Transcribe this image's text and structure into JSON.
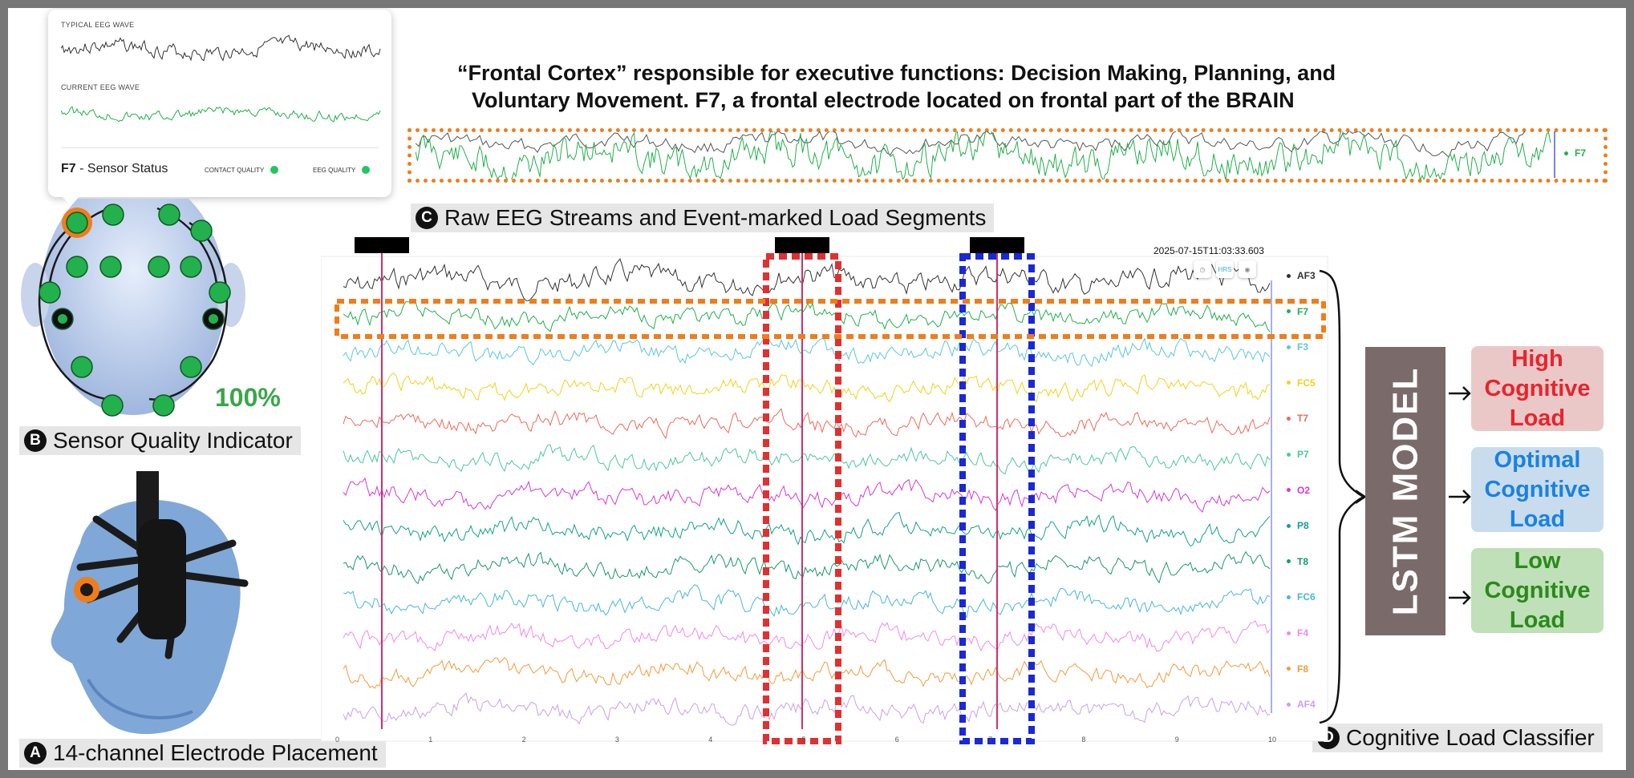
{
  "title": {
    "line1": "“Frontal Cortex” responsible for executive functions: Decision Making, Planning, and",
    "line2": "Voluntary Movement. F7, a frontal electrode located on frontal part of the BRAIN"
  },
  "panels": {
    "a": {
      "badge": "A",
      "label": "14-channel Electrode Placement"
    },
    "b": {
      "badge": "B",
      "label": "Sensor Quality Indicator"
    },
    "c": {
      "badge": "C",
      "label": "Raw EEG Streams and Event-marked Load Segments"
    },
    "d": {
      "badge": "D",
      "label": "Cognitive Load Classifier"
    }
  },
  "sensor_card": {
    "typical_label": "TYPICAL EEG WAVE",
    "current_label": "CURRENT EEG WAVE",
    "sensor_name": "F7",
    "sensor_status": " - Sensor Status",
    "contact_quality": "CONTACT QUALITY",
    "eeg_quality": "EEG QUALITY",
    "ok_color": "#22c55e"
  },
  "quality_percent": "100%",
  "f7_strip_label": "F7",
  "timestamp": "2025-07-15T11:03:33.603",
  "hrs_button": "HRS",
  "channels": [
    {
      "name": "AF3",
      "color": "#333333"
    },
    {
      "name": "F7",
      "color": "#22b14c"
    },
    {
      "name": "F3",
      "color": "#5bc8dc"
    },
    {
      "name": "FC5",
      "color": "#f2d21a"
    },
    {
      "name": "T7",
      "color": "#f06a5a"
    },
    {
      "name": "P7",
      "color": "#4cc9a0"
    },
    {
      "name": "O2",
      "color": "#d53ad6"
    },
    {
      "name": "P8",
      "color": "#14a38b"
    },
    {
      "name": "T8",
      "color": "#1a9a6a"
    },
    {
      "name": "FC6",
      "color": "#4ab8d8"
    },
    {
      "name": "F4",
      "color": "#f08ae8"
    },
    {
      "name": "F8",
      "color": "#f59a3a"
    },
    {
      "name": "AF4",
      "color": "#c8a0f0"
    }
  ],
  "time_ticks": [
    "0",
    "1",
    "2",
    "3",
    "4",
    "5",
    "6",
    "7",
    "8",
    "9",
    "10"
  ],
  "model_label": "LSTM MODEL",
  "classes": [
    {
      "text": "High Cognitive Load",
      "lines": [
        "High",
        "Cognitive",
        "Load"
      ],
      "color": "#e8242c",
      "bg": "#ebc8c8"
    },
    {
      "text": "Optimal Cognitive Load",
      "lines": [
        "Optimal",
        "Cognitive",
        "Load"
      ],
      "color": "#1a82e0",
      "bg": "#c9dcee"
    },
    {
      "text": "Low Cognitive Load",
      "lines": [
        "Low",
        "Cognitive",
        "Load"
      ],
      "color": "#2a8a1a",
      "bg": "#bfe0b8"
    }
  ],
  "colors": {
    "highlight_orange": "#f07d1a",
    "highlight_red": "#e03030",
    "highlight_blue": "#1a28d8",
    "marker_pink": "#d0306a"
  }
}
